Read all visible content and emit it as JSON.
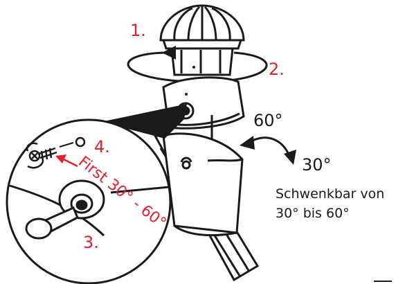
{
  "steps": {
    "step1": "1.",
    "step2": "2.",
    "step3": "3.",
    "step4": "4."
  },
  "angles": {
    "upper": "60°",
    "lower": "30°",
    "detail_curve": "First 30° - 60°"
  },
  "caption": {
    "line1": "Schwenkbar von",
    "line2": "30° bis 60°"
  },
  "colors": {
    "ink": "#1a1a1a",
    "accent_red": "#e3202b",
    "background": "#ffffff"
  },
  "icons": [
    "rotation-arrow-icon",
    "down-arrow-icon",
    "tilt-arrow-icon",
    "screw-icon",
    "arrow-left-icon"
  ]
}
